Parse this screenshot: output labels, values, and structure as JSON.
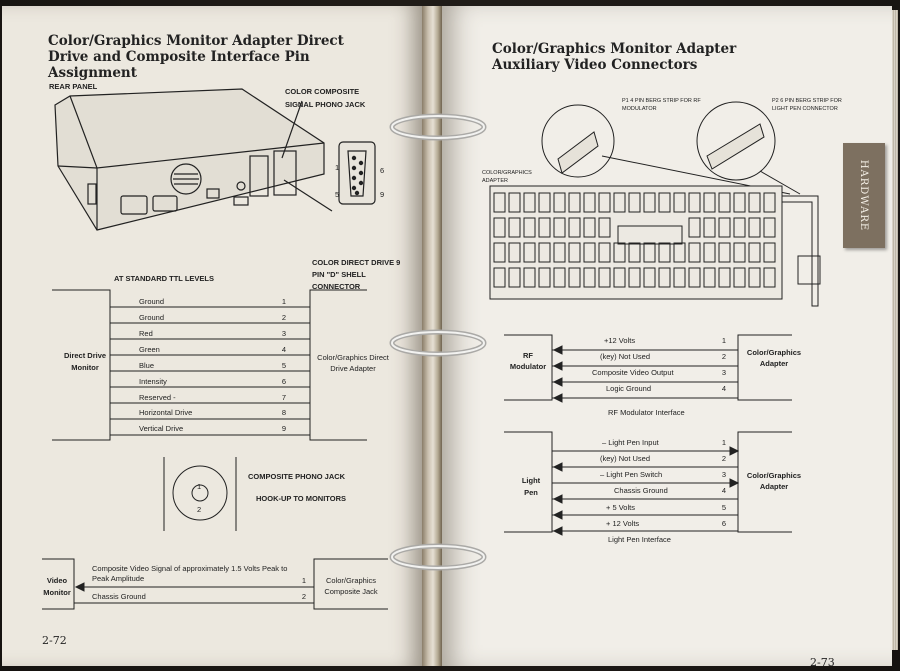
{
  "left_page": {
    "title": "Color/Graphics Monitor Adapter Direct Drive and Composite Interface Pin Assignment",
    "rear_panel_label": "REAR PANEL",
    "color_composite_label": "COLOR COMPOSITE SIGNAL PHONO JACK",
    "dsub_pins": [
      "1",
      "6",
      "5",
      "9"
    ],
    "ttl_label": "AT STANDARD TTL LEVELS",
    "connector_label": "COLOR DIRECT DRIVE 9 PIN \"D\" SHELL CONNECTOR",
    "direct_drive_monitor": "Direct Drive Monitor",
    "adapter_label": "Color/Graphics Direct Drive Adapter",
    "signals": [
      {
        "name": "Ground",
        "pin": "1"
      },
      {
        "name": "Ground",
        "pin": "2"
      },
      {
        "name": "Red",
        "pin": "3"
      },
      {
        "name": "Green",
        "pin": "4"
      },
      {
        "name": "Blue",
        "pin": "5"
      },
      {
        "name": "Intensity",
        "pin": "6"
      },
      {
        "name": "Reserved -",
        "pin": "7"
      },
      {
        "name": "Horizontal Drive",
        "pin": "8"
      },
      {
        "name": "Vertical Drive",
        "pin": "9"
      }
    ],
    "phono_jack_title": "COMPOSITE PHONO JACK",
    "phono_jack_sub": "HOOK-UP TO MONITORS",
    "phono_pins": [
      "1",
      "2"
    ],
    "video_monitor": "Video Monitor",
    "composite_jack": "Color/Graphics Composite Jack",
    "composite_signals": [
      {
        "name": "Composite Video Signal of approximately 1.5 Volts Peak to Peak Amplitude",
        "pin": "1"
      },
      {
        "name": "Chassis Ground",
        "pin": "2"
      }
    ],
    "page_number": "2-72"
  },
  "right_page": {
    "title": "Color/Graphics Monitor Adapter Auxiliary Video Connectors",
    "p1_label": "P1 4 PIN BERG STRIP FOR RF MODULATOR",
    "p2_label": "P2 6 PIN BERG STRIP FOR LIGHT PEN CONNECTOR",
    "board_label": "COLOR/GRAPHICS ADAPTER",
    "rf_modulator": "RF Modulator",
    "adapter_label": "Color/Graphics Adapter",
    "rf_signals": [
      {
        "name": "+12 Volts",
        "pin": "1"
      },
      {
        "name": "(key) Not Used",
        "pin": "2"
      },
      {
        "name": "Composite Video Output",
        "pin": "3"
      },
      {
        "name": "Logic Ground",
        "pin": "4"
      }
    ],
    "rf_caption": "RF Modulator Interface",
    "light_pen": "Light Pen",
    "lp_signals": [
      {
        "name": "– Light Pen Input",
        "pin": "1"
      },
      {
        "name": "(key) Not Used",
        "pin": "2"
      },
      {
        "name": "– Light Pen Switch",
        "pin": "3"
      },
      {
        "name": "Chassis Ground",
        "pin": "4"
      },
      {
        "name": "+ 5 Volts",
        "pin": "5"
      },
      {
        "name": "+ 12 Volts",
        "pin": "6"
      }
    ],
    "lp_caption": "Light Pen Interface",
    "tab_label": "HARDWARE",
    "page_number": "2-73"
  },
  "colors": {
    "ink": "#222222",
    "paper": "#ece8df",
    "tab": "#7d7060"
  }
}
